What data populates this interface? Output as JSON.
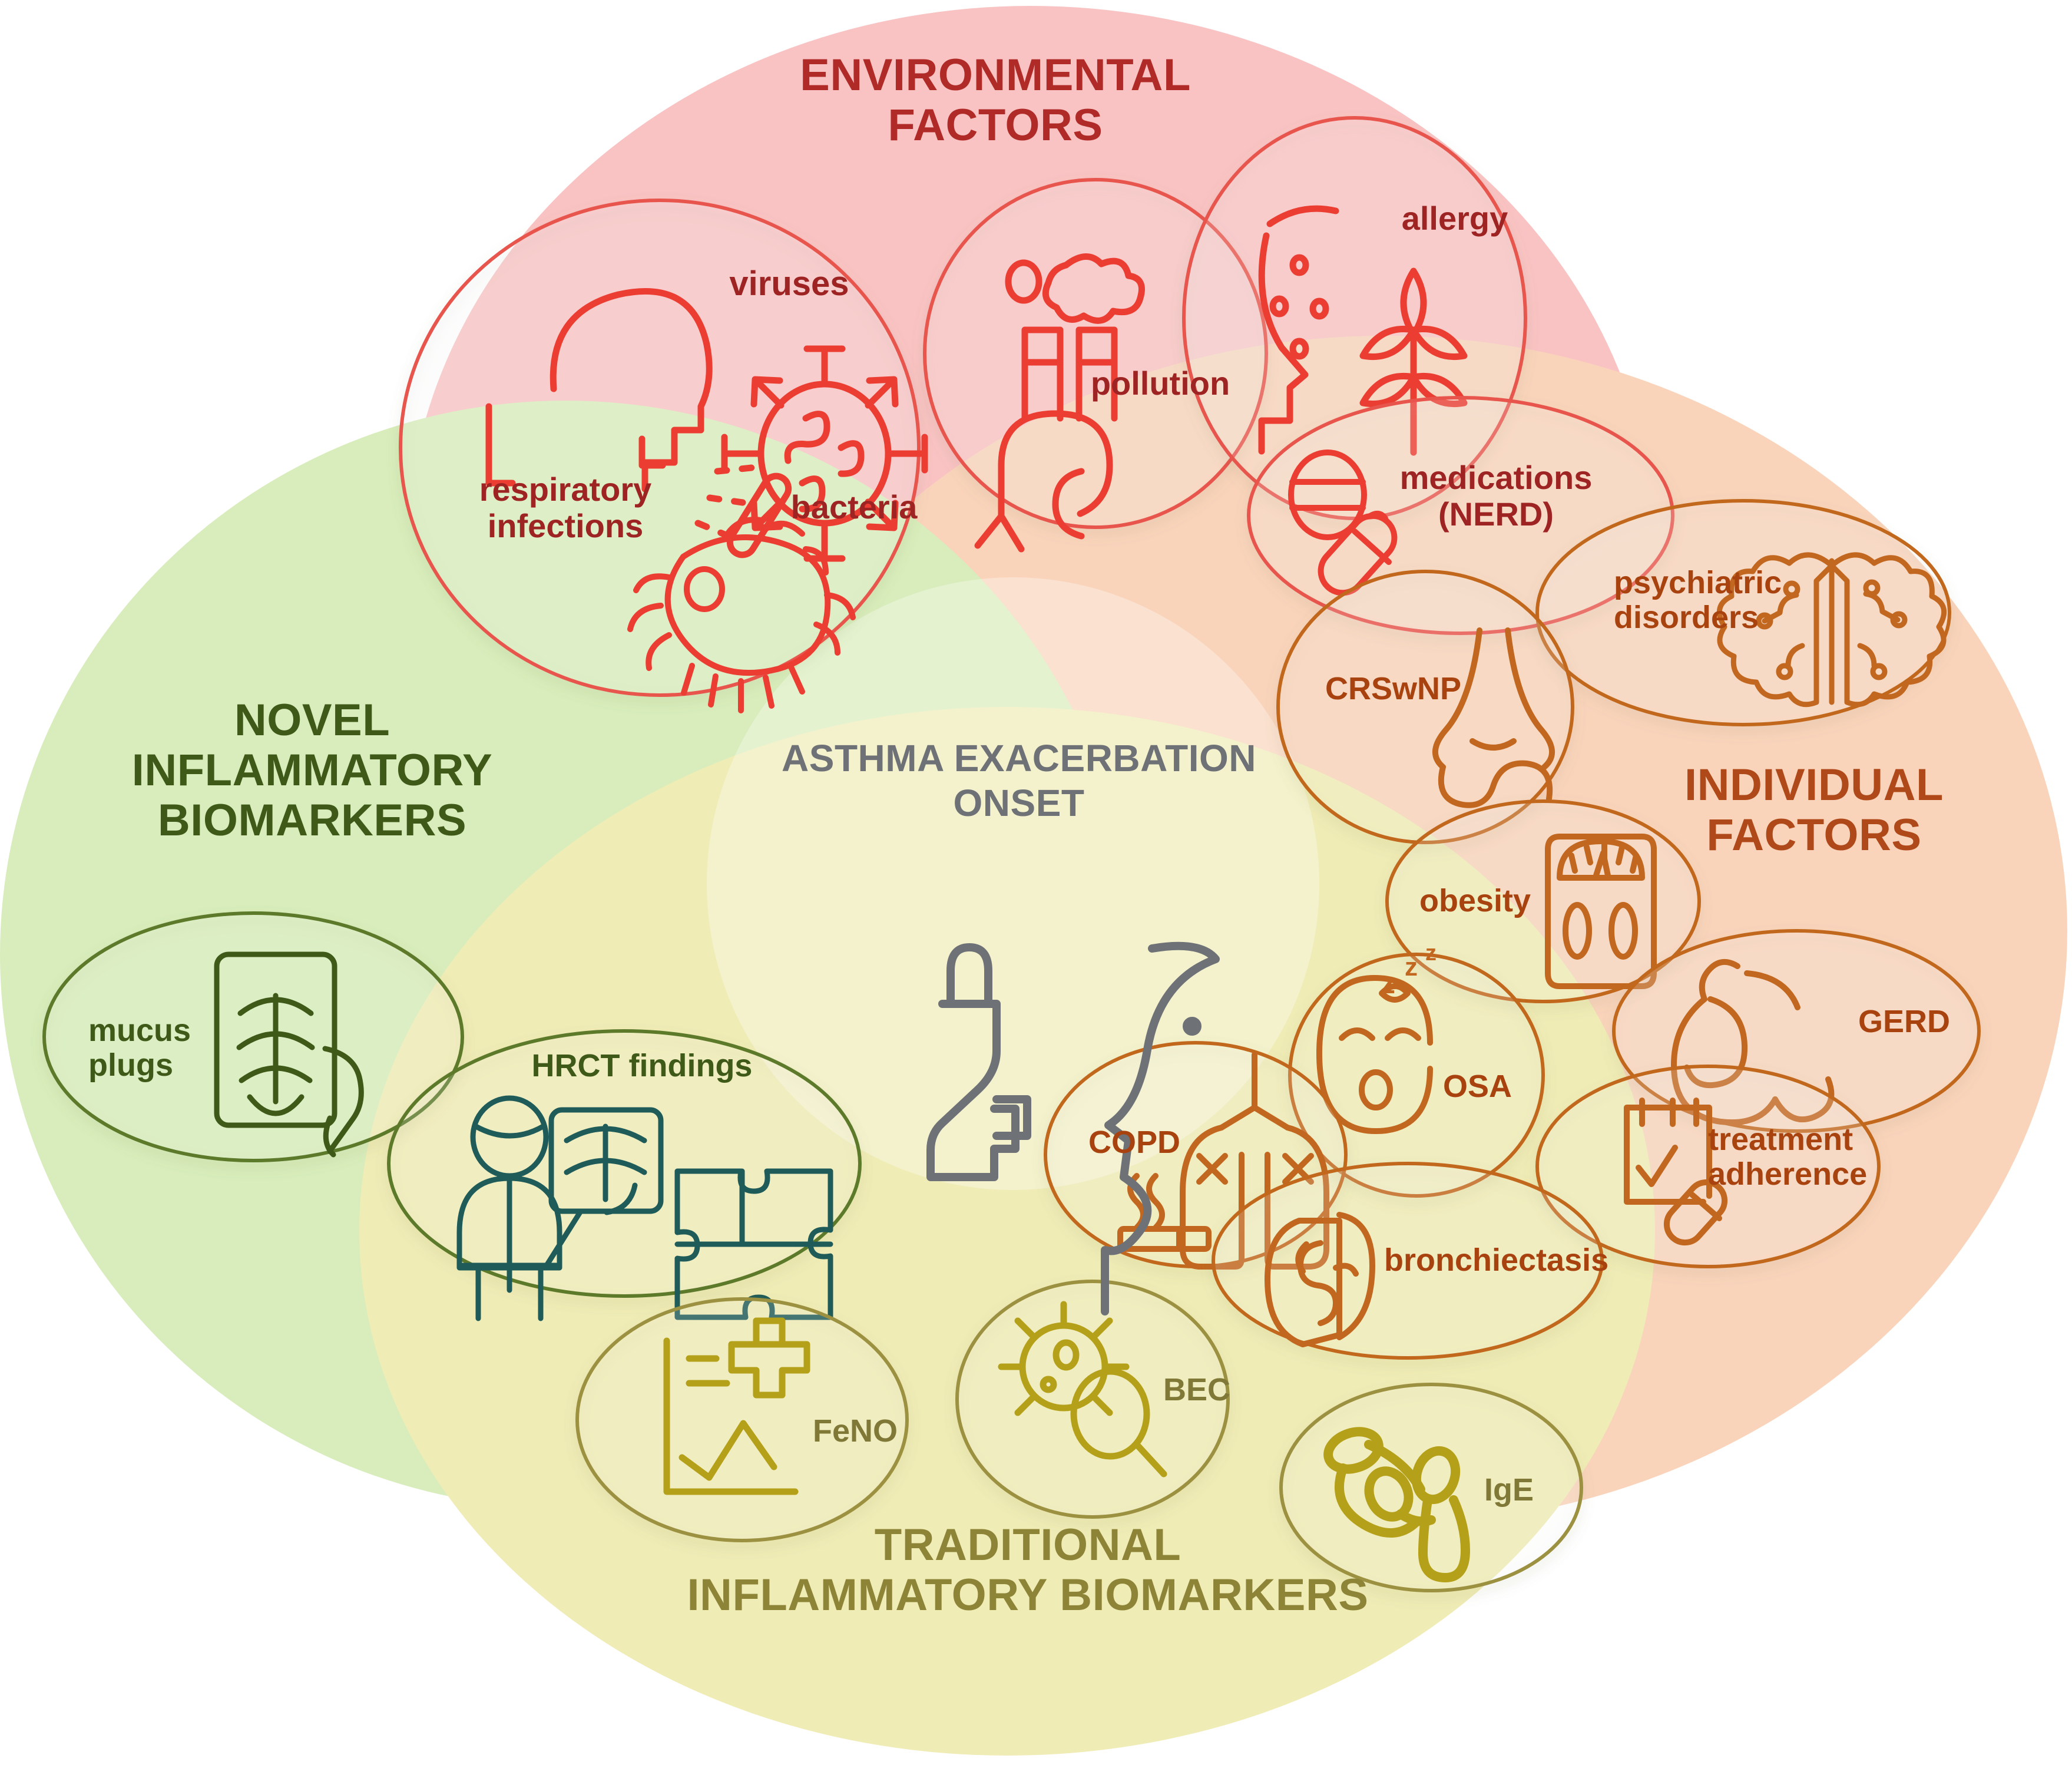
{
  "diagram": {
    "title": "Asthma exacerbation onset — contributing factor domains",
    "type": "venn",
    "center": {
      "line1": "ASTHMA EXACERBATION",
      "line2": "ONSET",
      "icon": "inhaler-and-face-profile-icon",
      "color": "#6e7277"
    },
    "domains": [
      {
        "id": "environmental",
        "title_line1": "ENVIRONMENTAL",
        "title_line2": "FACTORS",
        "fill": "#f9c3c3",
        "text_color": "#b02b28",
        "stroke": "#e8554e"
      },
      {
        "id": "individual",
        "title_line1": "INDIVIDUAL",
        "title_line2": "FACTORS",
        "fill": "#f9d4bb",
        "text_color": "#b0491a",
        "stroke": "#c2671f"
      },
      {
        "id": "novel",
        "title_line1": "NOVEL",
        "title_line2": "INFLAMMATORY",
        "title_line3": "BIOMARKERS",
        "fill": "#d8edbb",
        "text_color": "#3f5a18",
        "stroke": "#5c7a2c"
      },
      {
        "id": "traditional",
        "title_line1": "TRADITIONAL",
        "title_line2": "INFLAMMATORY BIOMARKERS",
        "fill": "#f0ecb6",
        "text_color": "#8d8437",
        "stroke": "#9c9140"
      }
    ],
    "nodes": [
      {
        "id": "respiratory-infections",
        "label_line1": "respiratory",
        "label_line2": "infections",
        "domain": "environmental",
        "icon": "coughing-head-icon"
      },
      {
        "id": "viruses",
        "label_line1": "viruses",
        "domain": "environmental",
        "icon": "virus-icon"
      },
      {
        "id": "bacteria",
        "label_line1": "bacteria",
        "domain": "environmental",
        "icon": "bacterium-icon"
      },
      {
        "id": "pollution",
        "label_line1": "pollution",
        "domain": "environmental",
        "icon": "smokestack-icon"
      },
      {
        "id": "allergy",
        "label_line1": "allergy",
        "domain": "environmental",
        "icon": "head-with-pollen-grass-icon"
      },
      {
        "id": "medications-nerd",
        "label_line1": "medications",
        "label_line2": "(NERD)",
        "domain": "environmental",
        "icon": "pills-icon"
      },
      {
        "id": "psychiatric-disorders",
        "label_line1": "psychiatric",
        "label_line2": "disorders",
        "domain": "individual",
        "icon": "brain-icon"
      },
      {
        "id": "crswnp",
        "label_line1": "CRSwNP",
        "domain": "individual",
        "icon": "nose-icon"
      },
      {
        "id": "obesity",
        "label_line1": "obesity",
        "domain": "individual",
        "icon": "weight-scale-icon"
      },
      {
        "id": "gerd",
        "label_line1": "GERD",
        "domain": "individual",
        "icon": "stomach-icon"
      },
      {
        "id": "treatment-adherence",
        "label_line1": "treatment",
        "label_line2": "adherence",
        "domain": "individual",
        "icon": "checklist-with-pill-icon"
      },
      {
        "id": "osa",
        "label_line1": "OSA",
        "domain": "individual",
        "icon": "sleeping-face-icon"
      },
      {
        "id": "copd",
        "label_line1": "COPD",
        "domain": "individual",
        "icon": "lungs-with-cigarette-icon"
      },
      {
        "id": "bronchiectasis",
        "label_line1": "bronchiectasis",
        "domain": "individual",
        "icon": "bronchi-lung-icon"
      },
      {
        "id": "mucus-plugs",
        "label_line1": "mucus",
        "label_line2": "plugs",
        "domain": "novel",
        "icon": "chest-xray-in-hand-icon"
      },
      {
        "id": "hrct-findings",
        "label_line1": "HRCT findings",
        "domain": "novel",
        "icon": "radiologist-and-puzzle-icon"
      },
      {
        "id": "feno",
        "label_line1": "FeNO",
        "domain": "traditional",
        "icon": "chart-with-cross-icon"
      },
      {
        "id": "bec",
        "label_line1": "BEC",
        "domain": "traditional",
        "icon": "eosinophil-cell-icon"
      },
      {
        "id": "ige",
        "label_line1": "IgE",
        "domain": "traditional",
        "icon": "antibody-icon"
      }
    ]
  }
}
